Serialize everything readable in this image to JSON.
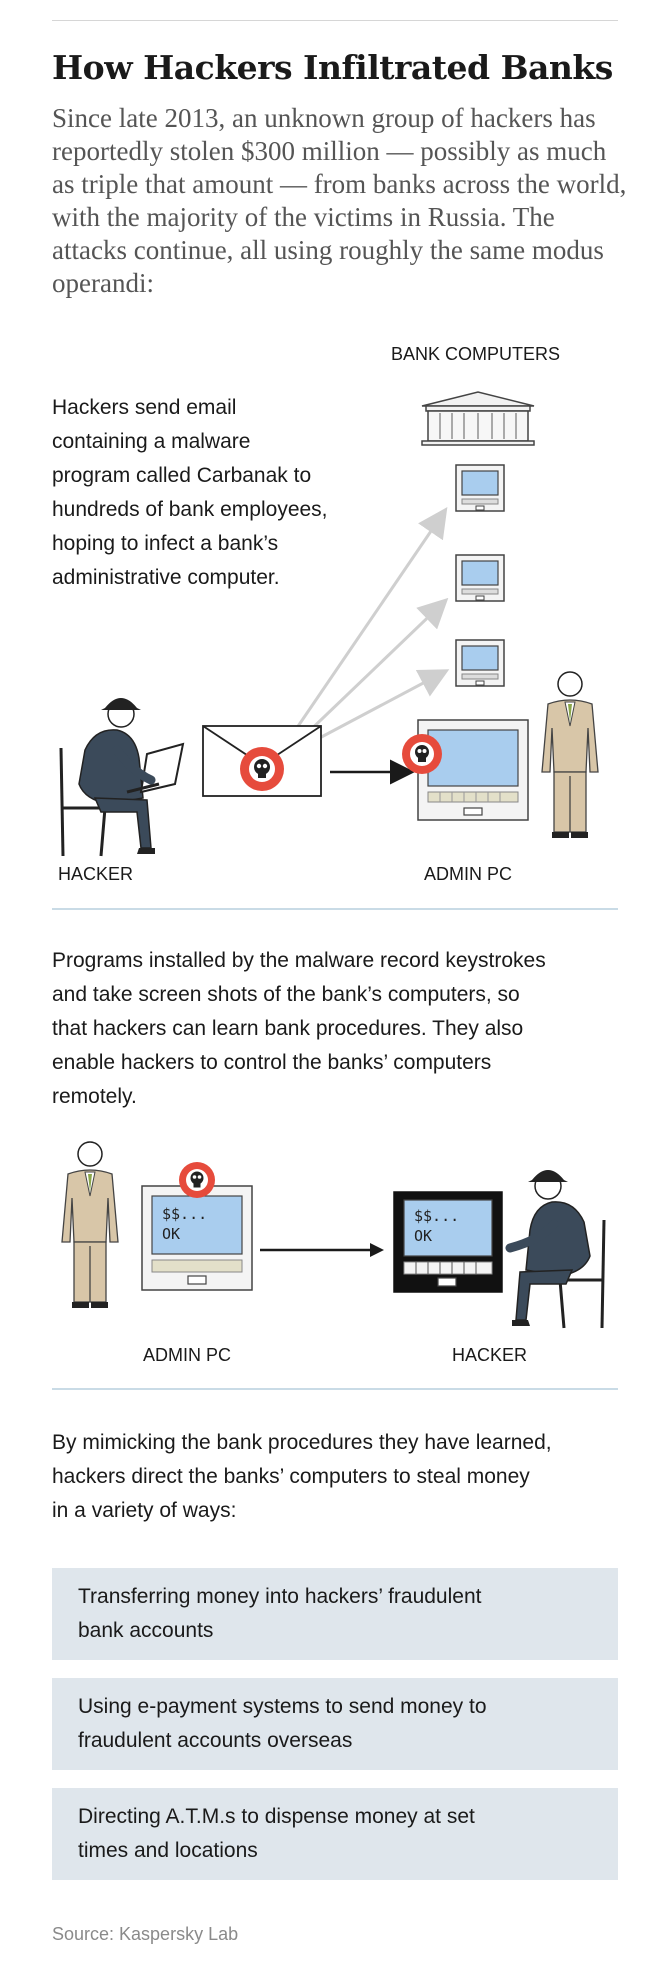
{
  "header": {
    "title": "How Hackers Infiltrated Banks",
    "intro": "Since late 2013, an unknown group of hackers has reportedly stolen $300 million — possibly as much as triple that amount — from banks across the world, with the majority of the victims in Russia. The attacks continue, all using roughly the same modus operandi:"
  },
  "step1": {
    "text_lines": [
      "Hackers send email",
      "containing a malware",
      "program called Carbanak to",
      "hundreds of bank employees,",
      "hoping to infect a bank’s",
      "administrative computer."
    ],
    "bank_computers_label": "BANK COMPUTERS",
    "hacker_label": "HACKER",
    "admin_pc_label": "ADMIN PC"
  },
  "step2": {
    "text_lines": [
      "Programs installed by the malware record keystrokes",
      "and take screen shots of the bank’s computers, so",
      "that hackers can learn bank procedures. They also",
      "enable hackers to control the banks’ computers",
      "remotely."
    ],
    "screen_text_line1": "$$...",
    "screen_text_line2": "OK",
    "admin_pc_label": "ADMIN PC",
    "hacker_label": "HACKER"
  },
  "step3": {
    "text_lines": [
      "By mimicking the bank procedures they have learned,",
      "hackers direct the banks’ computers to steal money",
      "in a variety of ways:"
    ],
    "methods": [
      {
        "line1": "Transferring money into hackers’ fraudulent",
        "line2": "bank accounts"
      },
      {
        "line1": "Using e-payment systems to send money to",
        "line2": "fraudulent accounts overseas"
      },
      {
        "line1": "Directing A.T.M.s to dispense money at set",
        "line2": "times and locations"
      }
    ]
  },
  "footer": {
    "source": "Source: Kaspersky Lab"
  },
  "icons": {
    "bank": "bank-building-icon",
    "computer": "computer-terminal-icon",
    "skull": "skull-icon",
    "envelope": "envelope-icon",
    "hacker": "hacker-figure-icon",
    "employee": "bank-employee-icon"
  },
  "colors": {
    "skull_red": "#e64b3c",
    "screen_blue": "#a9cdee",
    "figure_dark": "#3b4a5a",
    "suit_tan": "#d8c6a8",
    "method_box": "#dfe6ec",
    "divider_blue": "#c9dbe6"
  }
}
